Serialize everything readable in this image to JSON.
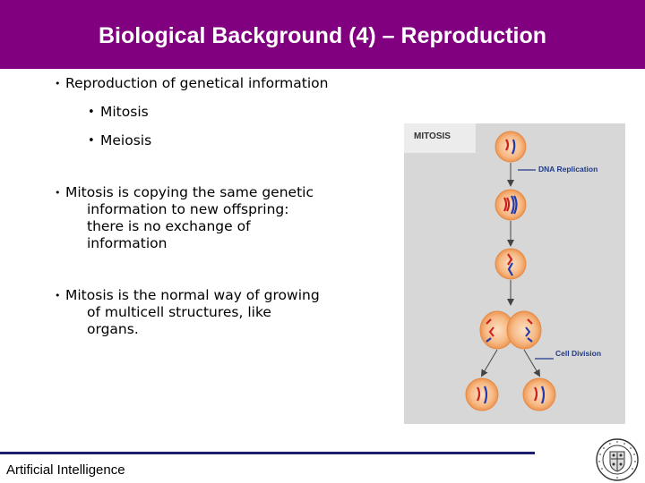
{
  "slide": {
    "title": "Biological Background (4) – Reproduction",
    "bullet_char": "•",
    "bullets": [
      {
        "text": "Reproduction of genetical information"
      },
      {
        "text": "Mitosis"
      },
      {
        "text": "Meiosis"
      },
      {
        "text": "Mitosis is copying the same genetic information to new offspring: there is no exchange of information"
      },
      {
        "text": "Mitosis is the normal way of growing of multicell structures, like organs."
      }
    ]
  },
  "figure": {
    "title": "MITOSIS",
    "label_dna": "DNA Replication",
    "label_division": "Cell Division"
  },
  "footer": {
    "text": "Artificial Intelligence"
  },
  "colors": {
    "title_bar": "#800080",
    "footer_line": "#1e1e6e",
    "cell_fill": "#f2a86b",
    "chromosome_red": "#cc1f1f",
    "chromosome_blue": "#1f3ab0"
  }
}
